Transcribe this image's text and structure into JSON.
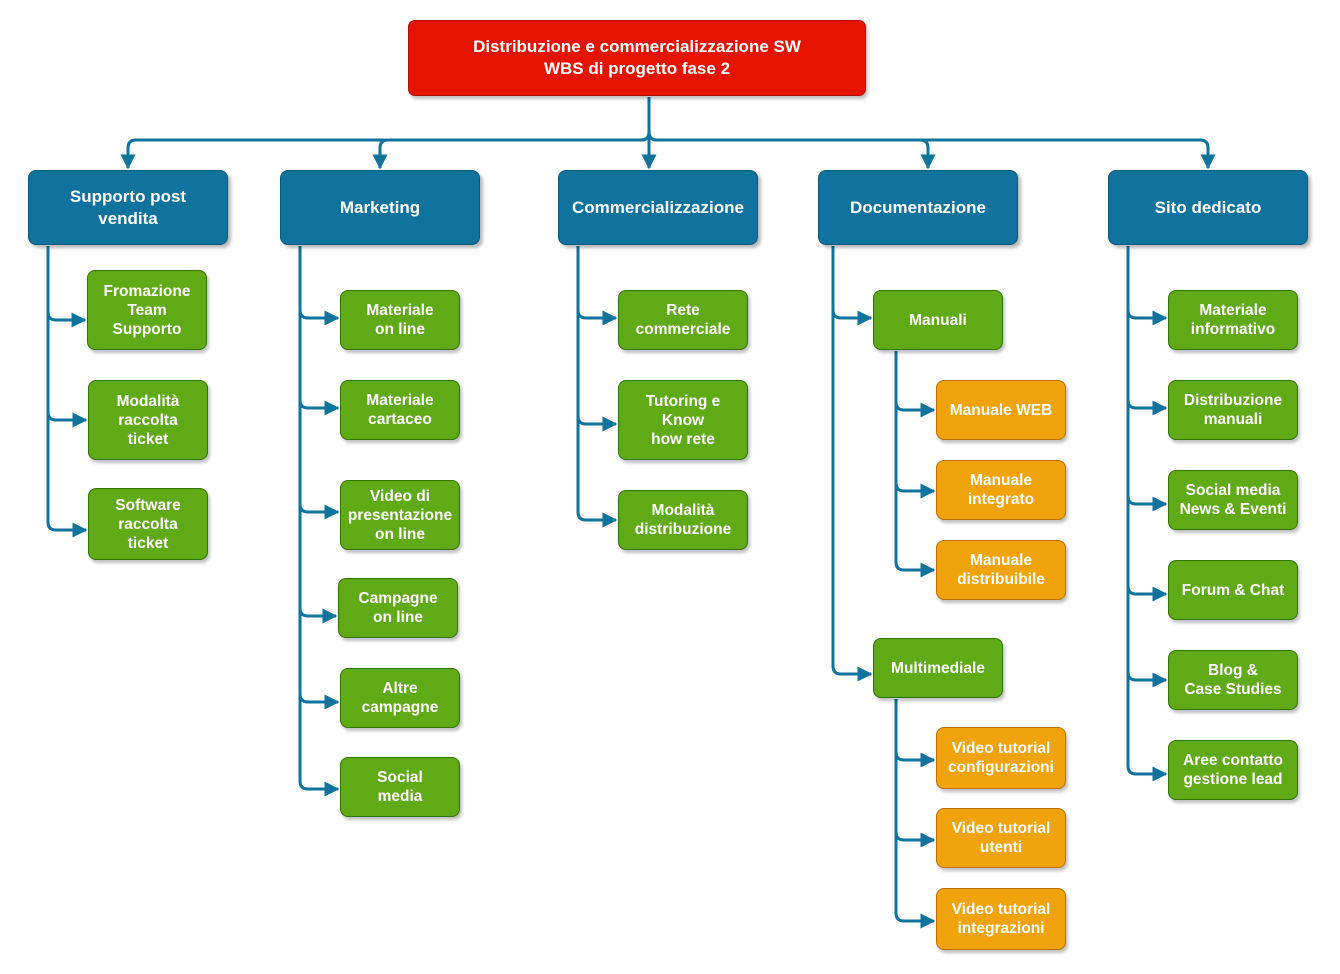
{
  "root": {
    "line1": "Distribuzione e commercializzazione SW",
    "line2": "WBS di progetto fase 2"
  },
  "branches": [
    {
      "label": "Supporto post\nvendita",
      "items": [
        "Fromazione\nTeam\nSupporto",
        "Modalità\nraccolta\nticket",
        "Software\nraccolta\nticket"
      ]
    },
    {
      "label": "Marketing",
      "items": [
        "Materiale\non line",
        "Materiale\ncartaceo",
        "Video di\npresentazione\non line",
        "Campagne\non line",
        "Altre\ncampagne",
        "Social\nmedia"
      ]
    },
    {
      "label": "Commercializzazione",
      "items": [
        "Rete\ncommerciale",
        "Tutoring e\nKnow\nhow rete",
        "Modalità\ndistribuzione"
      ]
    },
    {
      "label": "Documentazione",
      "groups": [
        {
          "label": "Manuali",
          "items": [
            "Manuale WEB",
            "Manuale\nintegrato",
            "Manuale\ndistribuibile"
          ]
        },
        {
          "label": "Multimediale",
          "items": [
            "Video tutorial\nconfigurazioni",
            "Video tutorial\nutenti",
            "Video tutorial\nintegrazioni"
          ]
        }
      ]
    },
    {
      "label": "Sito dedicato",
      "items": [
        "Materiale\ninformativo",
        "Distribuzione\nmanuali",
        "Social media\nNews & Eventi",
        "Forum & Chat",
        "Blog &\nCase Studies",
        "Aree contatto\ngestione lead"
      ]
    }
  ],
  "colors": {
    "root": "#e51400",
    "branch": "#10739e",
    "leaf": "#60a917",
    "sub": "#f0a30a",
    "connector": "#10739e"
  }
}
